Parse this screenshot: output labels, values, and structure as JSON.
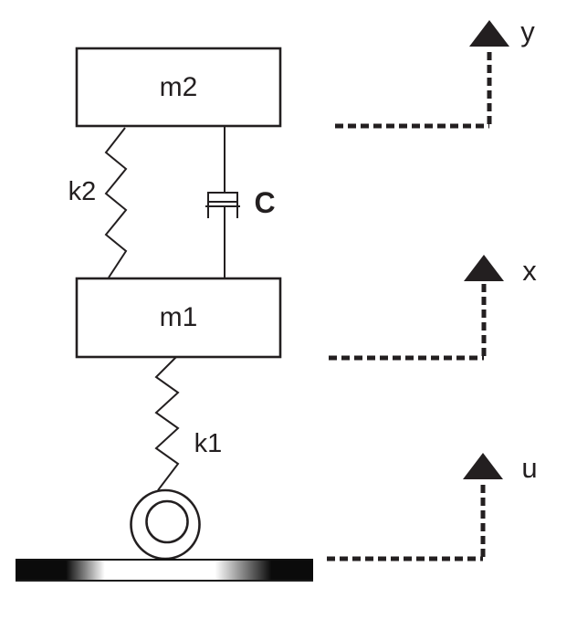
{
  "diagram": {
    "kind": "two-mass spring-damper quarter-car schematic",
    "masses": [
      {
        "label": "m2"
      },
      {
        "label": "m1"
      }
    ],
    "springs": [
      {
        "label": "k2"
      },
      {
        "label": "k1"
      }
    ],
    "damper": {
      "label": "C"
    },
    "axes": [
      {
        "label": "y"
      },
      {
        "label": "x"
      },
      {
        "label": "u"
      }
    ],
    "colors": {
      "line": "#231f20",
      "background": "#ffffff",
      "ground_dark": "#0b0b0b",
      "ground_light": "#ffffff"
    }
  }
}
